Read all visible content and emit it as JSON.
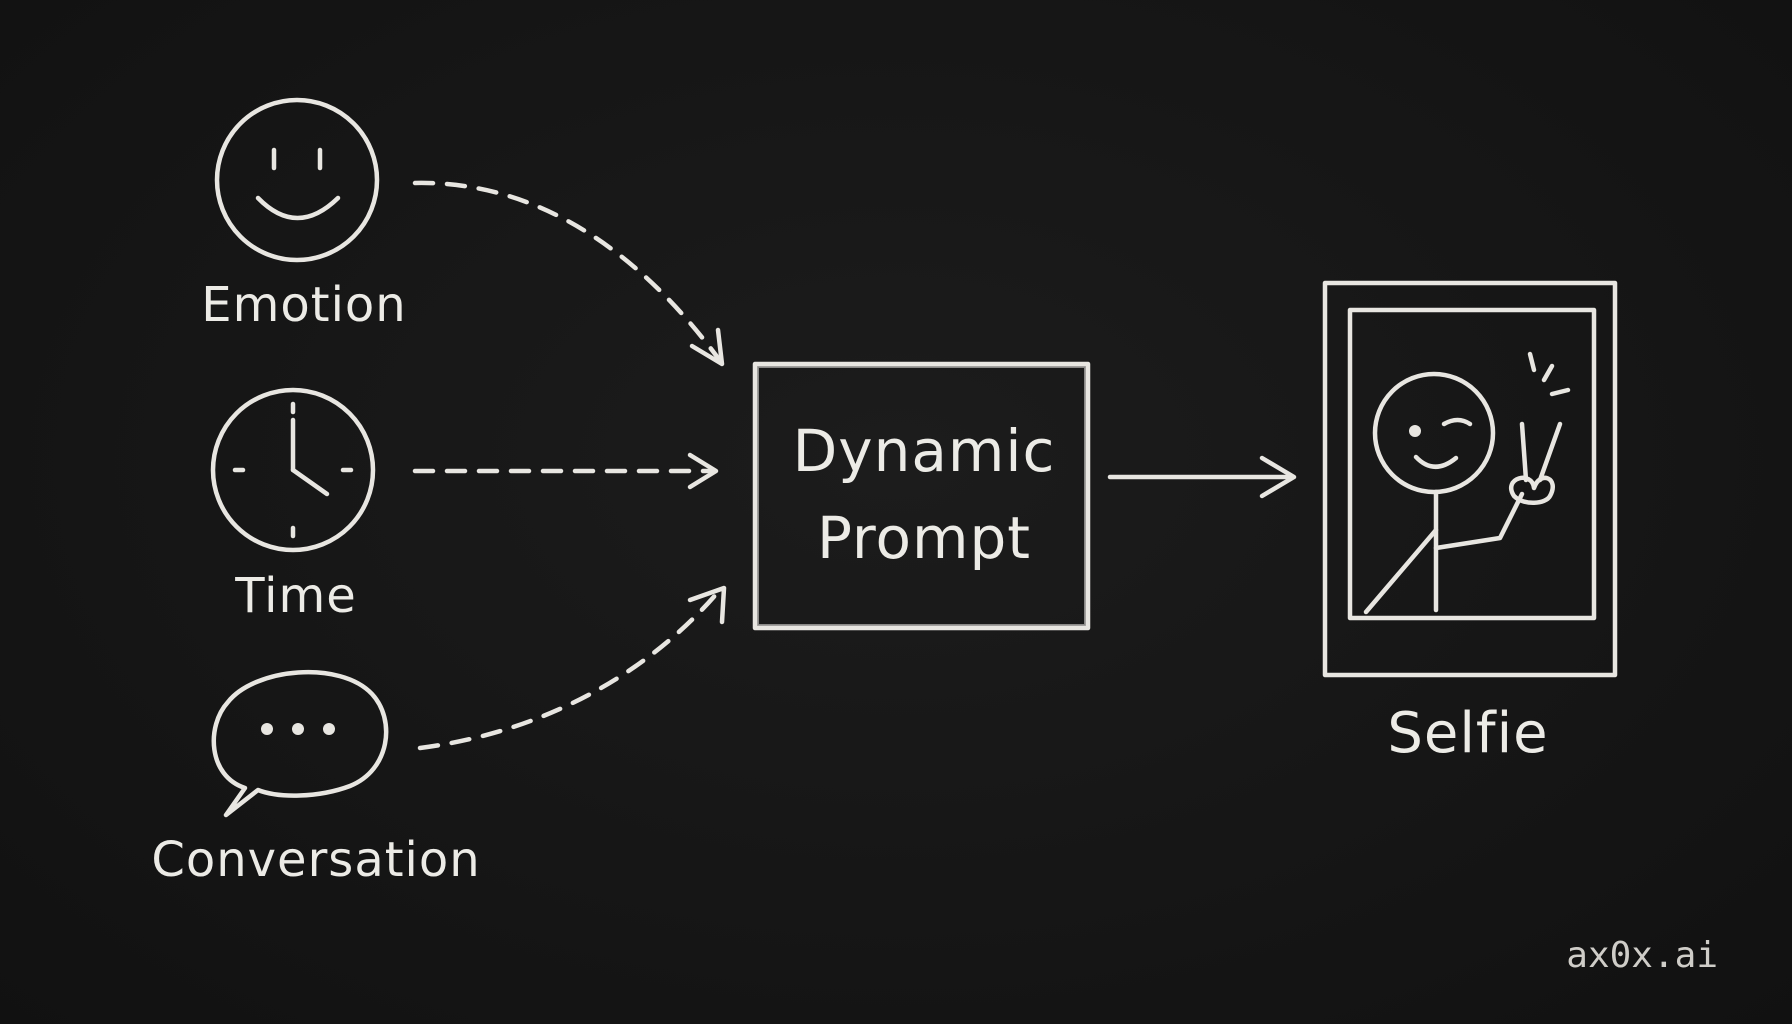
{
  "inputs": [
    {
      "label": "Emotion",
      "icon": "smiley-face-icon"
    },
    {
      "label": "Time",
      "icon": "clock-icon"
    },
    {
      "label": "Conversation",
      "icon": "speech-bubble-icon"
    }
  ],
  "process": {
    "line1": "Dynamic",
    "line2": "Prompt"
  },
  "output": {
    "label": "Selfie",
    "icon": "winking-stick-figure-selfie-icon"
  },
  "watermark": "ax0x.ai",
  "colors": {
    "background": "#141414",
    "chalk": "#e8e6e1"
  }
}
